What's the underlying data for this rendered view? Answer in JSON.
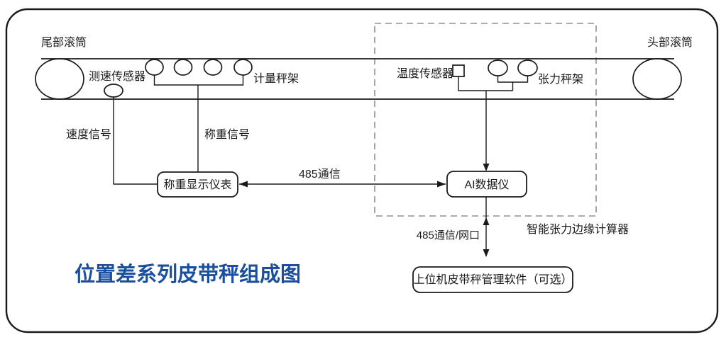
{
  "title": {
    "text": "位置差系列皮带秤组成图",
    "color": "#1a4f9d"
  },
  "belt": {
    "tail_roller": "尾部滚筒",
    "head_roller": "头部滚筒",
    "speed_sensor": "测速传感器",
    "metering_frame": "计量秤架",
    "temperature_sensor": "温度传感器",
    "tension_frame": "张力秤架"
  },
  "signals": {
    "speed_signal": "速度信号",
    "weighing_signal": "称重信号",
    "comm_485": "485通信",
    "comm_485_port": "485通信/网口"
  },
  "nodes": {
    "weighing_display": "称重显示仪表",
    "ai_data_unit": "AI数据仪",
    "edge_computer": "智能张力边缘计算器",
    "host_software": "上位机皮带秤管理软件（可选）"
  },
  "colors": {
    "line": "#1a1a1a",
    "dash_gray": "#909090",
    "title_blue": "#1a4f9d",
    "background": "#ffffff"
  }
}
